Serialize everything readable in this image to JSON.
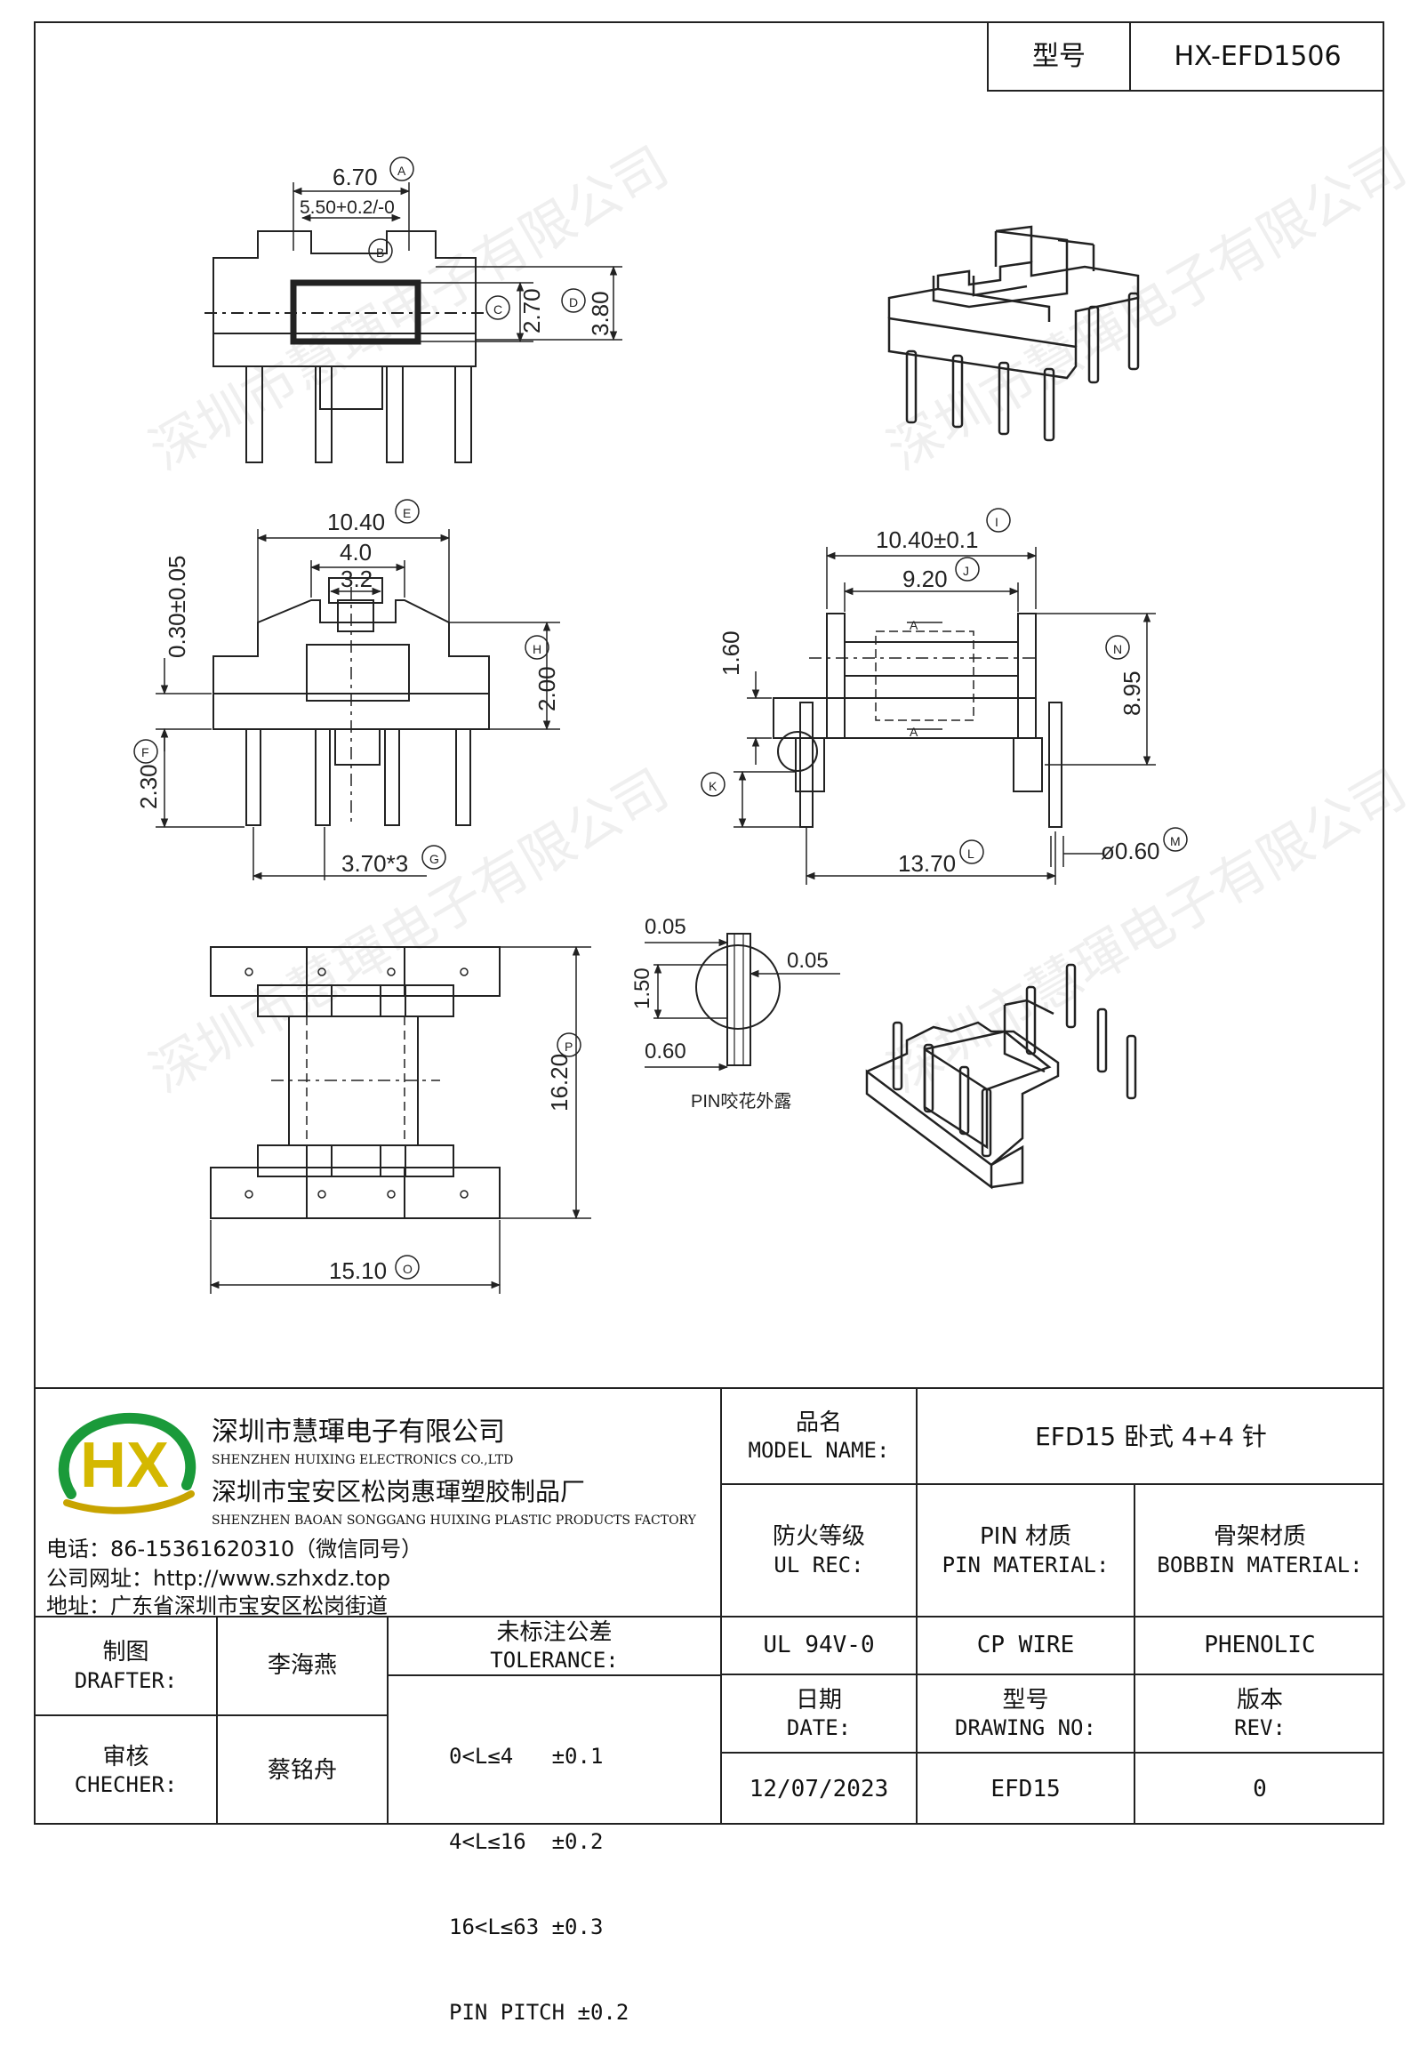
{
  "header": {
    "model_label": "型号",
    "model_value": "HX-EFD1506"
  },
  "drawing": {
    "top_view": {
      "d_a": "6.70",
      "d_b": "5.50+0.2/-0",
      "d_c": "2.70",
      "d_d": "3.80",
      "m_a": "A",
      "m_b": "B",
      "m_c": "C",
      "m_d": "D"
    },
    "front_view": {
      "d_e": "10.40",
      "d_40": "4.0",
      "d_32": "3.2",
      "d_030": "0.30±0.05",
      "d_h": "2.00",
      "d_f": "2.30",
      "d_g": "3.70*3",
      "m_e": "E",
      "m_h": "H",
      "m_f": "F",
      "m_g": "G"
    },
    "side_view": {
      "d_i": "10.40±0.1",
      "d_j": "9.20",
      "d_160": "1.60",
      "d_n": "8.95",
      "d_l": "13.70",
      "d_m": "ø0.60",
      "a1": "A",
      "a2": "A",
      "m_i": "I",
      "m_j": "J",
      "m_n": "N",
      "m_k": "K",
      "m_l": "L",
      "m_m": "M"
    },
    "bottom_view": {
      "d_p": "16.20",
      "d_o": "15.10",
      "m_p": "P",
      "m_o": "O"
    },
    "pin_detail": {
      "d1": "0.05",
      "d2": "0.05",
      "d3": "1.50",
      "d4": "0.60",
      "caption": "PIN咬花外露"
    },
    "watermark": "深圳市慧琿电子有限公司"
  },
  "title_block": {
    "company_cn_1": "深圳市慧琿电子有限公司",
    "company_en_1": "SHENZHEN HUIXING ELECTRONICS CO.,LTD",
    "company_cn_2": "深圳市宝安区松岗惠琿塑胶制品厂",
    "company_en_2": "SHENZHEN BAOAN SONGGANG HUIXING PLASTIC PRODUCTS FACTORY",
    "phone": "电话：86-15361620310（微信同号）",
    "website": "公司网址：http://www.szhxdz.top",
    "address": "地址：广东省深圳市宝安区松岗街道",
    "logo_letters": "HX",
    "model_name_cn": "品名",
    "model_name_en": "MODEL NAME:",
    "model_name_value": "EFD15 卧式 4+4 针",
    "ul_cn": "防火等级",
    "ul_en": "UL REC:",
    "pin_mat_cn": "PIN 材质",
    "pin_mat_en": "PIN MATERIAL:",
    "bobbin_cn": "骨架材质",
    "bobbin_en": "BOBBIN MATERIAL:",
    "ul_value": "UL 94V-0",
    "pin_value": "CP WIRE",
    "bobbin_value": "PHENOLIC",
    "drafter_cn": "制图",
    "drafter_en": "DRAFTER:",
    "drafter_name": "李海燕",
    "tolerance_cn": "未标注公差",
    "tolerance_en": "TOLERANCE:",
    "tolerances": [
      "0<L≤4   ±0.1",
      "4<L≤16  ±0.2",
      "16<L≤63 ±0.3",
      "PIN PITCH ±0.2"
    ],
    "checker_cn": "审核",
    "checker_en": "CHECHER:",
    "checker_name": "蔡铭舟",
    "date_cn": "日期",
    "date_en": "DATE:",
    "drawing_no_cn": "型号",
    "drawing_no_en": "DRAWING NO:",
    "rev_cn": "版本",
    "rev_en": "REV:",
    "date_value": "12/07/2023",
    "drawing_no_value": "EFD15",
    "rev_value": "0"
  }
}
